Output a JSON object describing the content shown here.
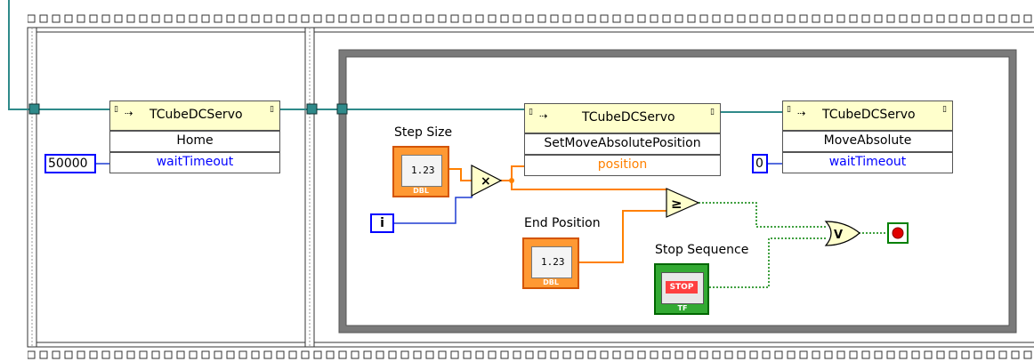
{
  "diagram": {
    "home_node": {
      "class_name": "TCubeDCServo",
      "method": "Home",
      "param": "waitTimeout",
      "const": "50000"
    },
    "setpos_node": {
      "class_name": "TCubeDCServo",
      "method": "SetMoveAbsolutePosition",
      "param": "position"
    },
    "moveabs_node": {
      "class_name": "TCubeDCServo",
      "method": "MoveAbsolute",
      "param": "waitTimeout",
      "const": "0"
    },
    "step_size": {
      "label": "Step Size",
      "value": "1.23",
      "type": "DBL"
    },
    "end_position": {
      "label": "End Position",
      "value": "1.23",
      "type": "DBL"
    },
    "stop_sequence": {
      "label": "Stop Sequence",
      "value": "STOP",
      "type": "TF"
    },
    "iteration": "i",
    "multiply_symbol": "×",
    "compare_symbol": "≥",
    "or_symbol": "V",
    "colors": {
      "refnum_wire": "#2f8a8a",
      "dbl_wire": "#ff8000",
      "int_wire": "#1e3cd2",
      "bool_wire": "#008000",
      "loop_border": "#7a7a7a",
      "node_header": "#ffffcc"
    }
  }
}
